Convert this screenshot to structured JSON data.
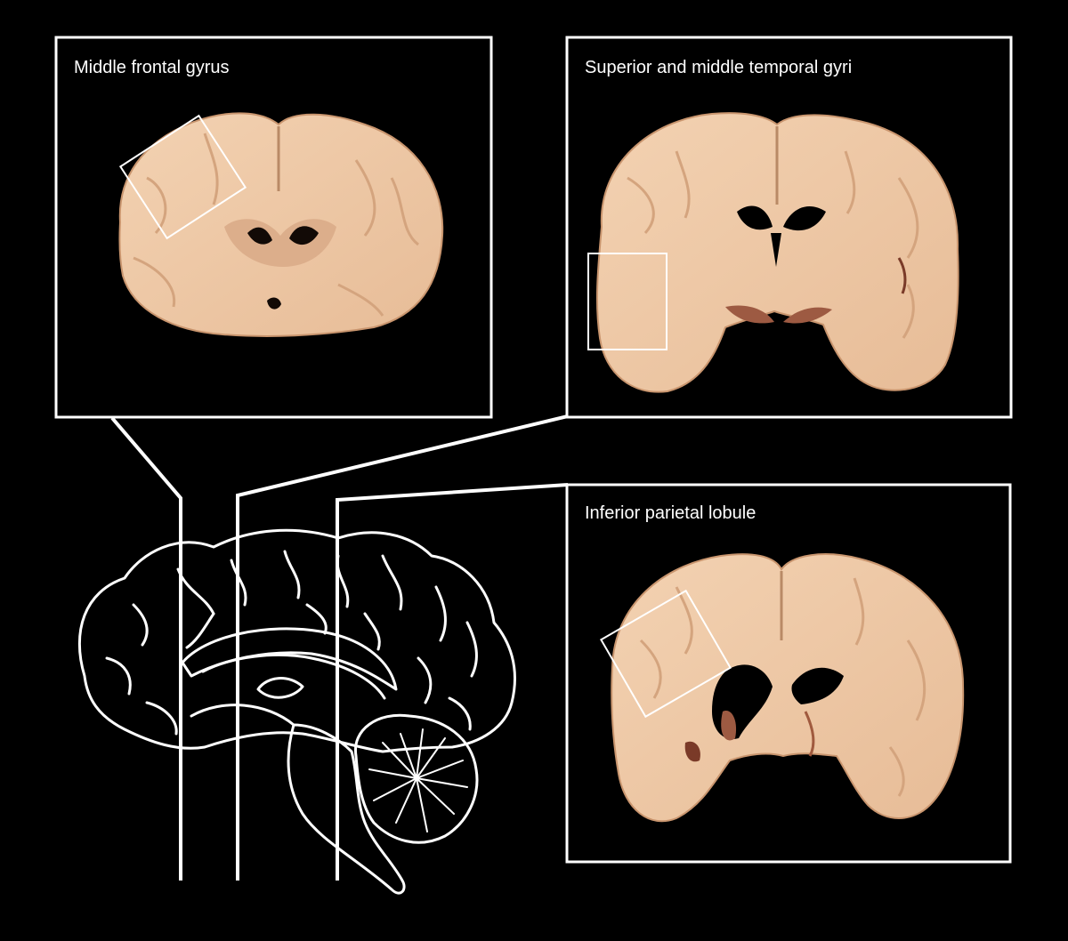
{
  "figure": {
    "background_color": "#000000",
    "line_color": "#ffffff",
    "tissue_color": "#f0c9a6",
    "tissue_dark_color": "#d8a884",
    "cavity_color": "#000000"
  },
  "panels": [
    {
      "id": "panel-1",
      "label": "Middle frontal gyrus"
    },
    {
      "id": "panel-2",
      "label": "Superior and middle temporal gyri"
    },
    {
      "id": "panel-3",
      "label": "Inferior parietal lobule"
    }
  ],
  "illustration": {
    "name": "sagittal-brain-outline"
  }
}
